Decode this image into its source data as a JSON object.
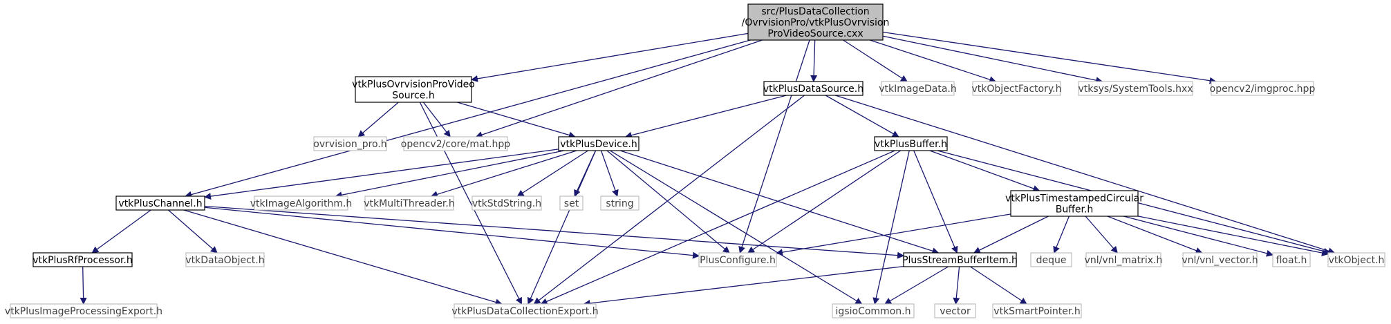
{
  "diagram": {
    "nodes": [
      {
        "id": "root",
        "label": "src/PlusDataCollection\n/OvrvisionPro/vtkPlusOvrvision\nProVideoSource.cxx",
        "kind": "root"
      },
      {
        "id": "vsh",
        "label": "vtkPlusOvrvisionProVideo\nSource.h",
        "kind": "local"
      },
      {
        "id": "dsrc",
        "label": "vtkPlusDataSource.h",
        "kind": "local"
      },
      {
        "id": "imgdata",
        "label": "vtkImageData.h",
        "kind": "external"
      },
      {
        "id": "objfac",
        "label": "vtkObjectFactory.h",
        "kind": "external"
      },
      {
        "id": "systools",
        "label": "vtksys/SystemTools.hxx",
        "kind": "external"
      },
      {
        "id": "imgproc",
        "label": "opencv2/imgproc.hpp",
        "kind": "external"
      },
      {
        "id": "ovrpro",
        "label": "ovrvision_pro.h",
        "kind": "external"
      },
      {
        "id": "mat",
        "label": "opencv2/core/mat.hpp",
        "kind": "external"
      },
      {
        "id": "device",
        "label": "vtkPlusDevice.h",
        "kind": "local"
      },
      {
        "id": "buffer",
        "label": "vtkPlusBuffer.h",
        "kind": "local"
      },
      {
        "id": "channel",
        "label": "vtkPlusChannel.h",
        "kind": "local"
      },
      {
        "id": "imgalgo",
        "label": "vtkImageAlgorithm.h",
        "kind": "external"
      },
      {
        "id": "multithr",
        "label": "vtkMultiThreader.h",
        "kind": "external"
      },
      {
        "id": "stdstr",
        "label": "vtkStdString.h",
        "kind": "external"
      },
      {
        "id": "set",
        "label": "set",
        "kind": "external"
      },
      {
        "id": "string",
        "label": "string",
        "kind": "external"
      },
      {
        "id": "tscb",
        "label": "vtkPlusTimestampedCircular\nBuffer.h",
        "kind": "local"
      },
      {
        "id": "rfproc",
        "label": "vtkPlusRfProcessor.h",
        "kind": "local"
      },
      {
        "id": "dataobj",
        "label": "vtkDataObject.h",
        "kind": "external"
      },
      {
        "id": "plusconf",
        "label": "PlusConfigure.h",
        "kind": "external"
      },
      {
        "id": "sbi",
        "label": "PlusStreamBufferItem.h",
        "kind": "local"
      },
      {
        "id": "deque",
        "label": "deque",
        "kind": "external"
      },
      {
        "id": "vnlmat",
        "label": "vnl/vnl_matrix.h",
        "kind": "external"
      },
      {
        "id": "vnlvec",
        "label": "vnl/vnl_vector.h",
        "kind": "external"
      },
      {
        "id": "float",
        "label": "float.h",
        "kind": "external"
      },
      {
        "id": "vtkobj",
        "label": "vtkObject.h",
        "kind": "external"
      },
      {
        "id": "ipexp",
        "label": "vtkPlusImageProcessingExport.h",
        "kind": "external"
      },
      {
        "id": "dcexp",
        "label": "vtkPlusDataCollectionExport.h",
        "kind": "external"
      },
      {
        "id": "igsio",
        "label": "igsioCommon.h",
        "kind": "external"
      },
      {
        "id": "vector",
        "label": "vector",
        "kind": "external"
      },
      {
        "id": "smartptr",
        "label": "vtkSmartPointer.h",
        "kind": "external"
      }
    ],
    "edges": [
      [
        "root",
        "vsh"
      ],
      [
        "root",
        "mat"
      ],
      [
        "root",
        "channel"
      ],
      [
        "root",
        "plusconf"
      ],
      [
        "root",
        "dsrc"
      ],
      [
        "root",
        "imgdata"
      ],
      [
        "root",
        "objfac"
      ],
      [
        "root",
        "systools"
      ],
      [
        "root",
        "imgproc"
      ],
      [
        "vsh",
        "ovrpro"
      ],
      [
        "vsh",
        "mat"
      ],
      [
        "vsh",
        "device"
      ],
      [
        "vsh",
        "dcexp"
      ],
      [
        "dsrc",
        "device"
      ],
      [
        "dsrc",
        "buffer"
      ],
      [
        "dsrc",
        "vtkobj"
      ],
      [
        "dsrc",
        "dcexp"
      ],
      [
        "device",
        "channel"
      ],
      [
        "device",
        "imgalgo"
      ],
      [
        "device",
        "multithr"
      ],
      [
        "device",
        "stdstr"
      ],
      [
        "device",
        "set"
      ],
      [
        "device",
        "string"
      ],
      [
        "device",
        "plusconf"
      ],
      [
        "device",
        "sbi"
      ],
      [
        "device",
        "igsio"
      ],
      [
        "device",
        "dcexp"
      ],
      [
        "buffer",
        "tscb"
      ],
      [
        "buffer",
        "vtkobj"
      ],
      [
        "buffer",
        "plusconf"
      ],
      [
        "buffer",
        "sbi"
      ],
      [
        "buffer",
        "igsio"
      ],
      [
        "buffer",
        "dcexp"
      ],
      [
        "channel",
        "rfproc"
      ],
      [
        "channel",
        "dataobj"
      ],
      [
        "channel",
        "plusconf"
      ],
      [
        "channel",
        "sbi"
      ],
      [
        "channel",
        "dcexp"
      ],
      [
        "tscb",
        "plusconf"
      ],
      [
        "tscb",
        "sbi"
      ],
      [
        "tscb",
        "deque"
      ],
      [
        "tscb",
        "vnlmat"
      ],
      [
        "tscb",
        "vnlvec"
      ],
      [
        "tscb",
        "float"
      ],
      [
        "tscb",
        "vtkobj"
      ],
      [
        "rfproc",
        "ipexp"
      ],
      [
        "sbi",
        "dcexp"
      ],
      [
        "sbi",
        "igsio"
      ],
      [
        "sbi",
        "vector"
      ],
      [
        "sbi",
        "smartptr"
      ]
    ]
  },
  "colors": {
    "edge": "#191970",
    "root_fill": "#bfbfbf",
    "local_border": "#000000",
    "external_border": "#bfbfbf",
    "external_text": "#404040",
    "text": "#000000"
  }
}
